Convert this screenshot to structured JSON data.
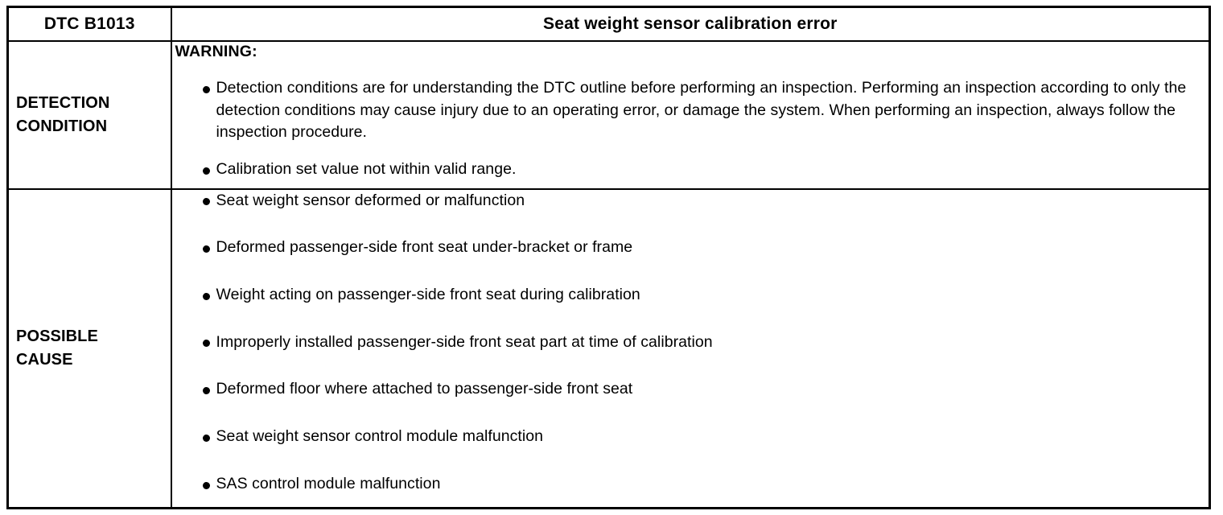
{
  "document": {
    "type": "dtc-diagnostic-table"
  },
  "header": {
    "dtc_code": "DTC B1013",
    "dtc_title": "Seat weight sensor calibration error"
  },
  "rows": [
    {
      "label": "DETECTION\nCONDITION",
      "label_line1": "DETECTION",
      "label_line2": "CONDITION",
      "warning_heading": "WARNING:",
      "bullets": [
        "Detection conditions are for understanding the DTC outline before performing an inspection. Performing an inspection according to only the detection conditions may cause injury due to an operating error, or damage the system. When performing an inspection, always follow the inspection procedure.",
        "Calibration set value not within valid range."
      ]
    },
    {
      "label": "POSSIBLE\nCAUSE",
      "label_line1": "POSSIBLE",
      "label_line2": "CAUSE",
      "bullets": [
        "Seat weight sensor deformed or malfunction",
        "Deformed passenger-side front seat under-bracket or frame",
        "Weight acting on passenger-side front seat during calibration",
        "Improperly installed passenger-side front seat part at time of calibration",
        "Deformed floor where attached to passenger-side front seat",
        "Seat weight sensor control module malfunction",
        "SAS control module malfunction"
      ]
    }
  ],
  "colors": {
    "ink": "#000000",
    "paper": "#ffffff"
  }
}
